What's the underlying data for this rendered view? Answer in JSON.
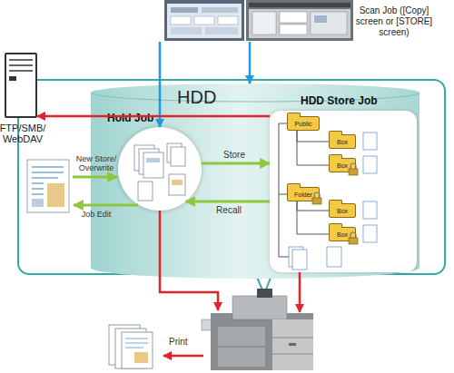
{
  "diagram": {
    "nodes": [
      {
        "text": [
          "Scan Job ([Copy] screen or [STORE] screen)"
        ]
      },
      {
        "text": [
          "FTP/SMB/ WebDAV"
        ]
      },
      {
        "text": [
          "HDD"
        ]
      },
      {
        "text": [
          "Hold Job"
        ],
        "in": 2
      },
      {
        "text": [
          "HDD Store Job"
        ],
        "in": 2
      },
      {
        "text": [
          "Public"
        ],
        "in": 4
      },
      {
        "text": [
          "Box"
        ],
        "in": 4
      },
      {
        "text": [
          "Box"
        ],
        "in": 4
      },
      {
        "text": [
          "Folder"
        ],
        "in": 4
      },
      {
        "text": [
          "Box"
        ],
        "in": 4
      },
      {
        "text": [
          "Box"
        ],
        "in": 4
      }
    ],
    "edges": [
      {
        "from": 0,
        "to": 3,
        "arrow": "to"
      },
      {
        "from": 0,
        "to": 2,
        "arrow": "to"
      },
      {
        "from": 4,
        "to": 1,
        "arrow": "to"
      },
      {
        "from": 3,
        "to": 4,
        "label": "Store",
        "arrow": "to"
      },
      {
        "from": 4,
        "to": 3,
        "label": "Recall",
        "arrow": "to"
      },
      {
        "from": 5,
        "to": 6,
        "arrow": "none"
      },
      {
        "from": 5,
        "to": 7,
        "arrow": "none"
      },
      {
        "from": 8,
        "to": 9,
        "arrow": "none"
      },
      {
        "from": 8,
        "to": 10,
        "arrow": "none"
      }
    ],
    "labels": [
      "New Store/ Overwrite",
      "Job Edit",
      "Print"
    ]
  }
}
